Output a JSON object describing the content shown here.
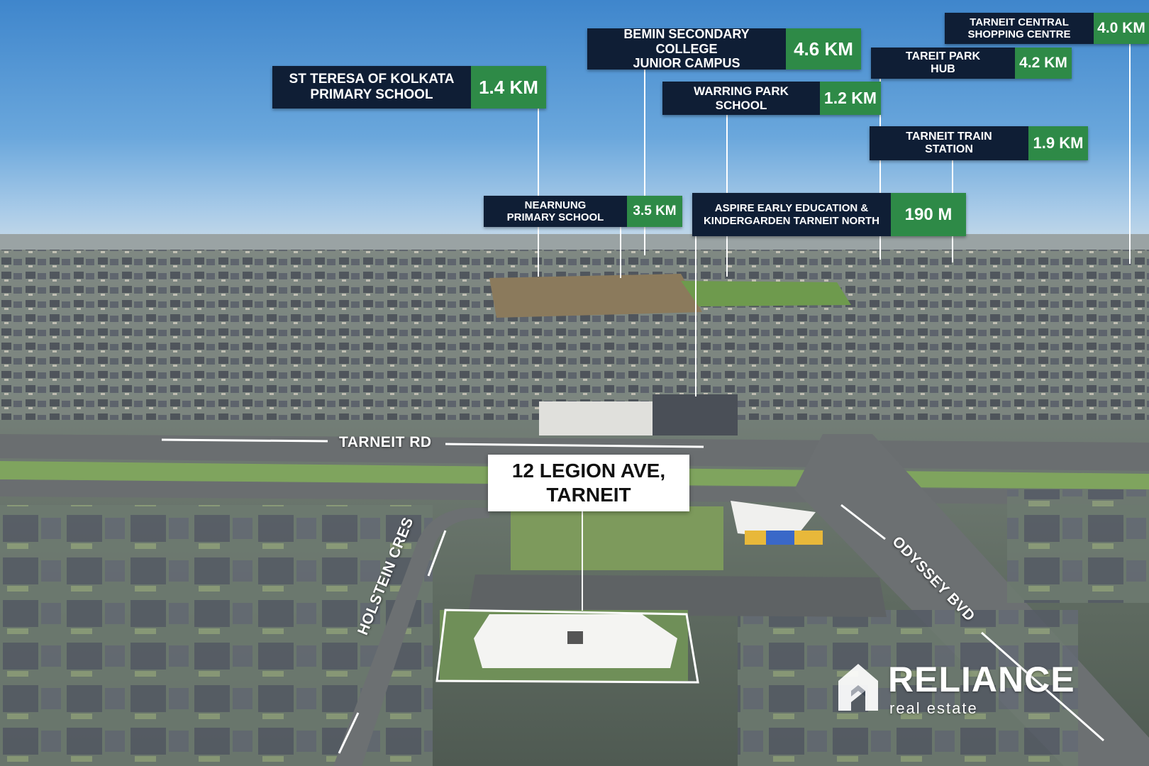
{
  "photo": {
    "description_icon": "aerial-suburb-photo",
    "colors": {
      "navy": "#0f1e35",
      "green": "#2e8a47",
      "white": "#ffffff"
    }
  },
  "callouts": [
    {
      "id": "st-teresa",
      "name_lines": [
        "ST TERESA OF KOLKATA",
        "PRIMARY SCHOOL"
      ],
      "distance": "1.4 KM"
    },
    {
      "id": "bemin",
      "name_lines": [
        "BEMIN SECONDARY COLLEGE",
        "JUNIOR CAMPUS"
      ],
      "distance": "4.6 KM"
    },
    {
      "id": "warring-park",
      "name_lines": [
        "WARRING PARK",
        "SCHOOL"
      ],
      "distance": "1.2 KM"
    },
    {
      "id": "tareit-park",
      "name_lines": [
        "TAREIT PARK",
        "HUB"
      ],
      "distance": "4.2 KM"
    },
    {
      "id": "tarneit-central",
      "name_lines": [
        "TARNEIT CENTRAL",
        "SHOPPING CENTRE"
      ],
      "distance": "4.0 KM"
    },
    {
      "id": "tarneit-train",
      "name_lines": [
        "TARNEIT TRAIN",
        "STATION"
      ],
      "distance": "1.9 KM"
    },
    {
      "id": "nearnung",
      "name_lines": [
        "NEARNUNG",
        "PRIMARY SCHOOL"
      ],
      "distance": "3.5 KM"
    },
    {
      "id": "aspire",
      "name_lines": [
        "ASPIRE EARLY EDUCATION &",
        "KINDERGARDEN TARNEIT NORTH"
      ],
      "distance": "190 M"
    }
  ],
  "streets": {
    "tarneit_rd": "TARNEIT RD",
    "holstein_cres": "HOLSTEIN CRES",
    "odyssey_bvd": "ODYSSEY BVD"
  },
  "property": {
    "line1": "12 LEGION AVE,",
    "line2": "TARNEIT"
  },
  "brand": {
    "name": "RELIANCE",
    "tagline": "real estate",
    "icon": "house-logo-icon"
  }
}
